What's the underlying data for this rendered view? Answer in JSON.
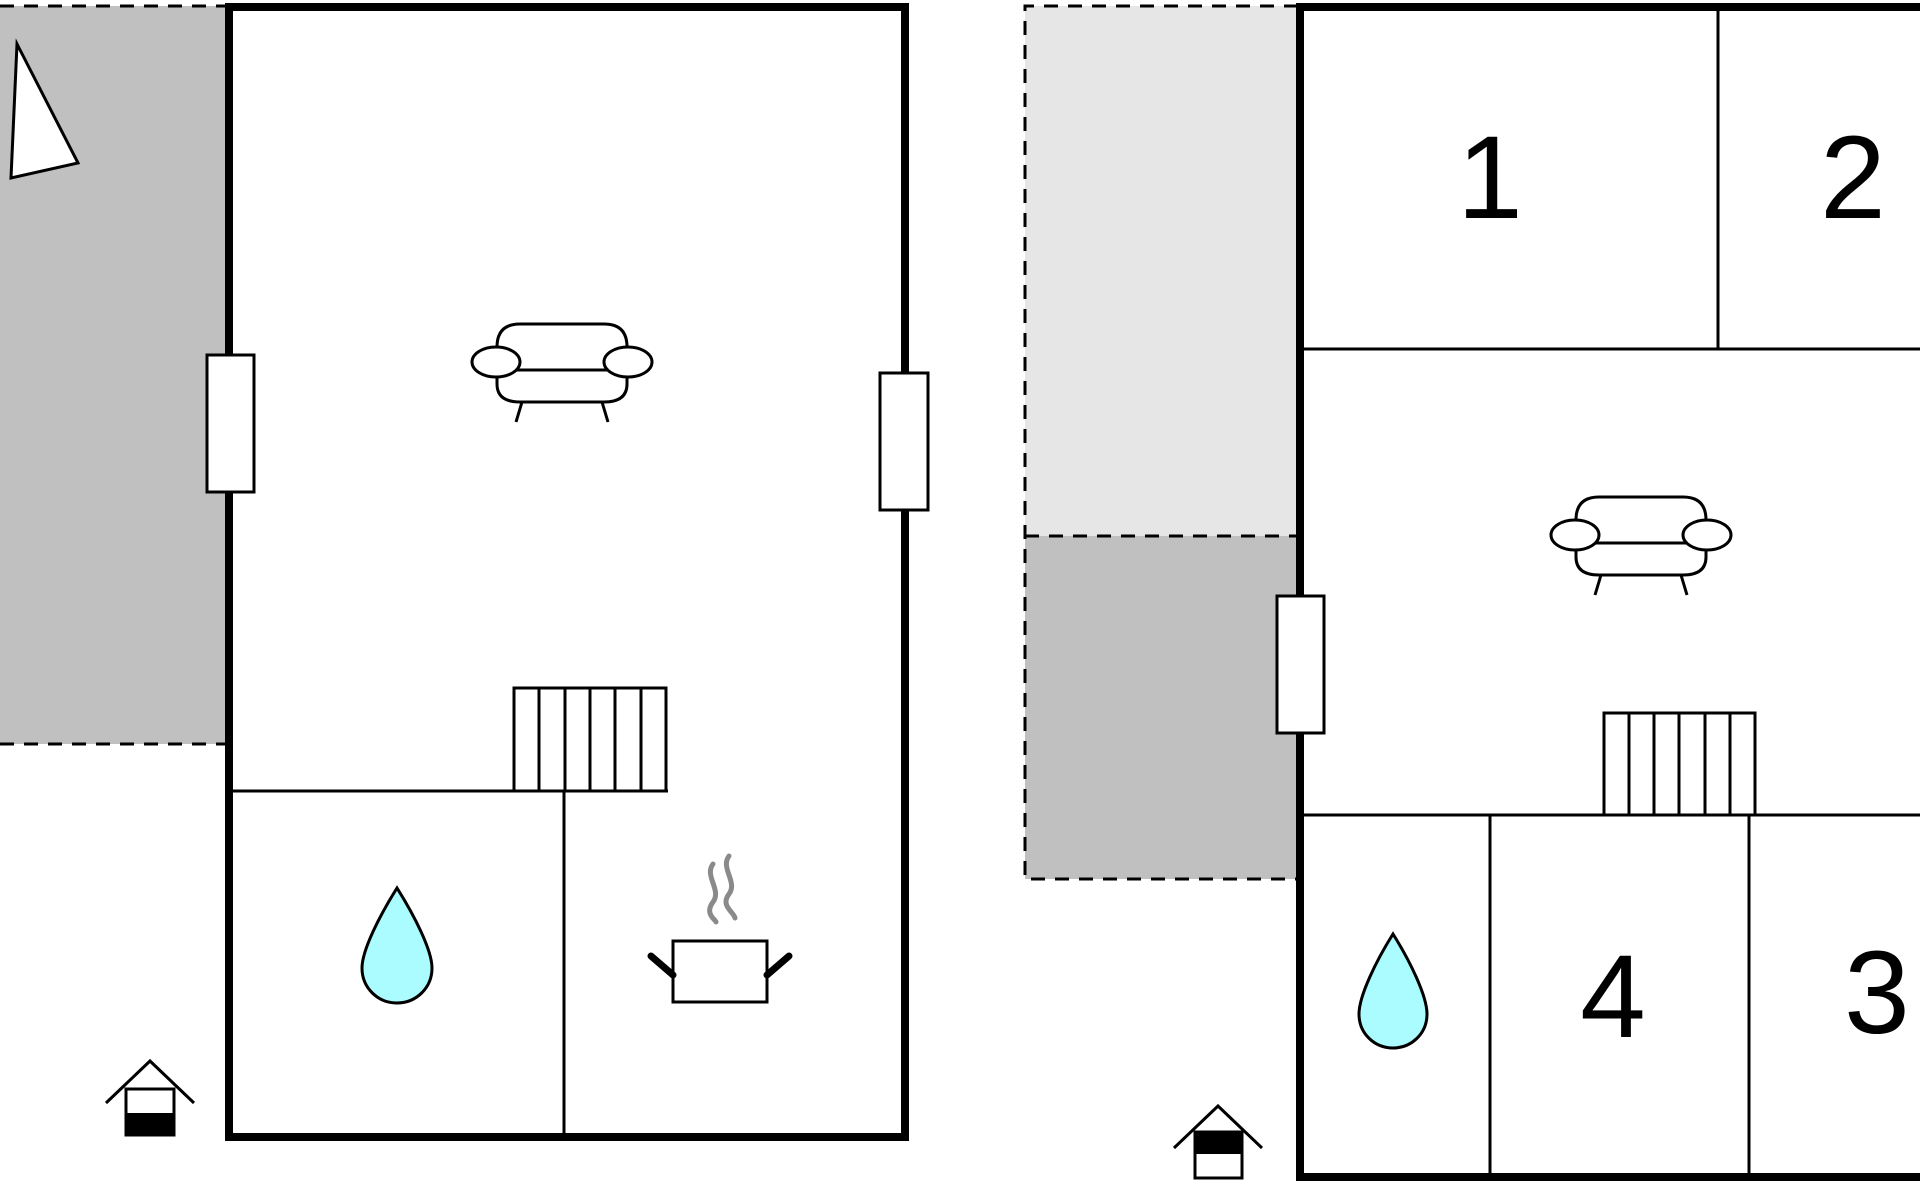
{
  "colors": {
    "wall": "#000000",
    "background": "#ffffff",
    "terrace_dark": "#c0c0c0",
    "terrace_light": "#e6e6e6",
    "water": "#aafcff",
    "steam": "#8a8a8a"
  },
  "icons": {
    "compass": "north-arrow-icon",
    "entrance": "house-entrance-icon",
    "living": "sofa-icon",
    "bathroom": "water-drop-icon",
    "kitchen": "cooking-pot-icon",
    "stairs": "stairs-icon"
  },
  "rooms": {
    "bedroom_1": "1",
    "bedroom_2": "2",
    "bedroom_3": "3",
    "bedroom_4": "4"
  }
}
